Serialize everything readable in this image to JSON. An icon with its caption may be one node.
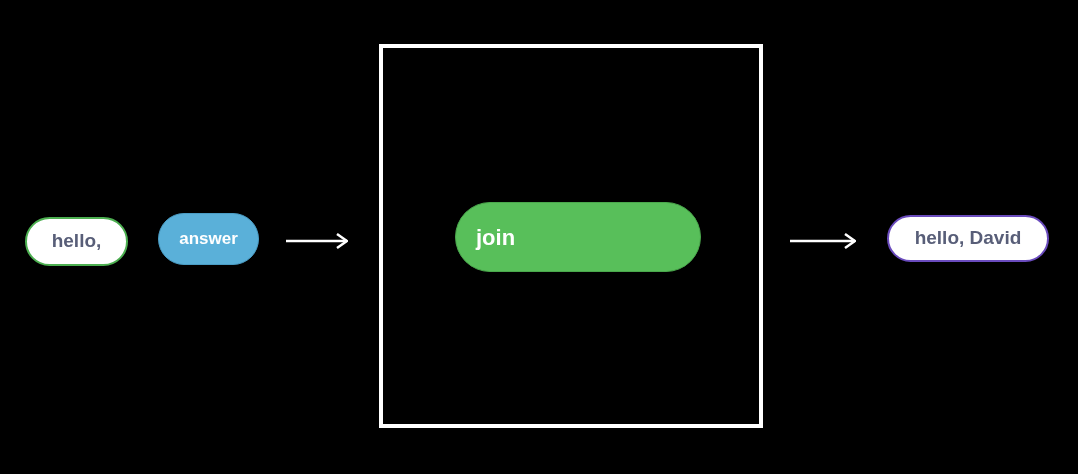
{
  "diagram": {
    "nodes": [
      {
        "text": [
          "hello,"
        ]
      },
      {
        "text": [
          "answer"
        ]
      },
      {
        "text": [],
        "shape": "box"
      },
      {
        "text": [
          "join"
        ],
        "in": 2
      },
      {
        "text": [
          "hello, David"
        ]
      }
    ],
    "edges": [
      {
        "from": 1,
        "to": 2,
        "arrow": "to"
      },
      {
        "from": 2,
        "to": 4,
        "arrow": "to"
      }
    ]
  }
}
